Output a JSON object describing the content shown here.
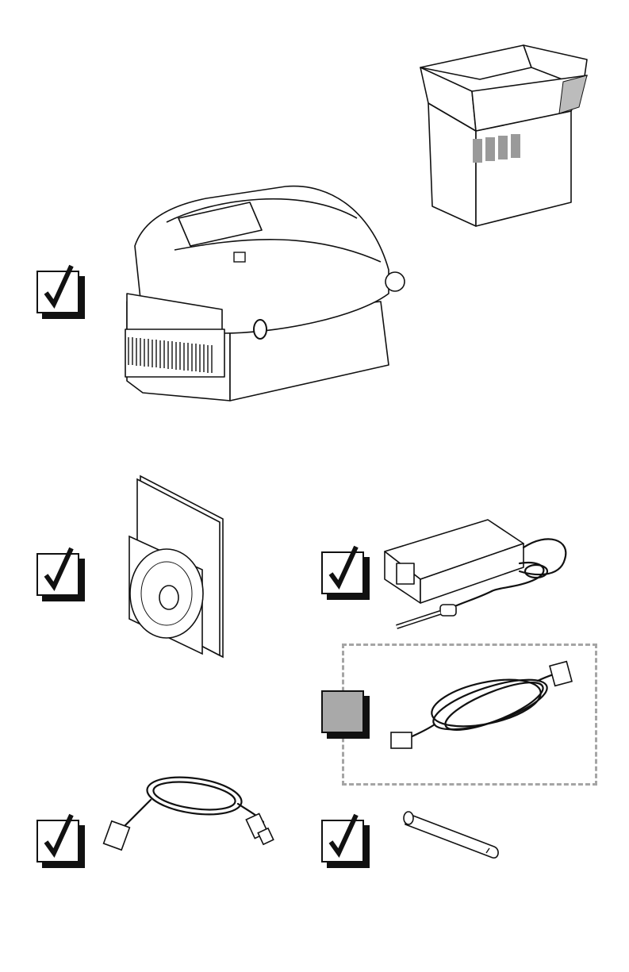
{
  "document": {
    "items": [
      {
        "id": "printer",
        "checked": true
      },
      {
        "id": "documentation",
        "checked": true
      },
      {
        "id": "power-supply",
        "checked": true
      },
      {
        "id": "power-cord",
        "checked": false
      },
      {
        "id": "usb-cable",
        "checked": true
      },
      {
        "id": "media-spindle",
        "checked": true
      }
    ],
    "colors": {
      "line": "#111111",
      "optional_box": "#a9a9a9",
      "dashed_border": "#a5a5a5"
    }
  }
}
